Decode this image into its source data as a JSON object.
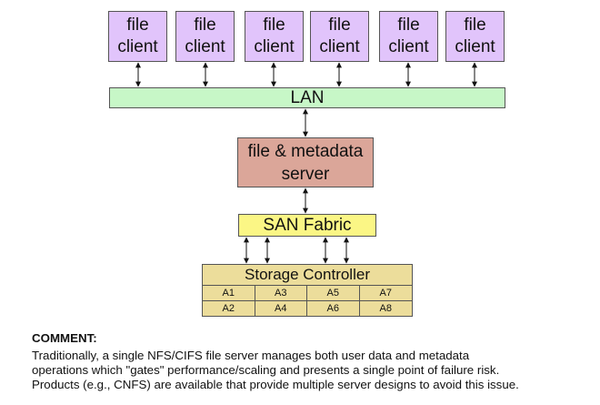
{
  "diagram": {
    "clients": [
      {
        "line1": "file",
        "line2": "client"
      },
      {
        "line1": "file",
        "line2": "client"
      },
      {
        "line1": "file",
        "line2": "client"
      },
      {
        "line1": "file",
        "line2": "client"
      },
      {
        "line1": "file",
        "line2": "client"
      },
      {
        "line1": "file",
        "line2": "client"
      }
    ],
    "lan": "LAN",
    "server": {
      "line1": "file & metadata",
      "line2": "server"
    },
    "san": "SAN Fabric",
    "storage": {
      "title": "Storage Controller",
      "cells": [
        "A1",
        "A3",
        "A5",
        "A7",
        "A2",
        "A4",
        "A6",
        "A8"
      ]
    },
    "colors": {
      "client": "#e1c4fb",
      "lan": "#c7f7c7",
      "server": "#dba699",
      "san": "#fbf685",
      "storage": "#ecdd9b"
    }
  },
  "comment": {
    "heading": "COMMENT:",
    "lines": [
      "Traditionally, a single NFS/CIFS file server manages both user data and metadata",
      "operations which \"gates\" performance/scaling and presents a single point of failure risk.",
      "Products (e.g., CNFS) are available that provide multiple server designs to avoid this issue."
    ]
  }
}
